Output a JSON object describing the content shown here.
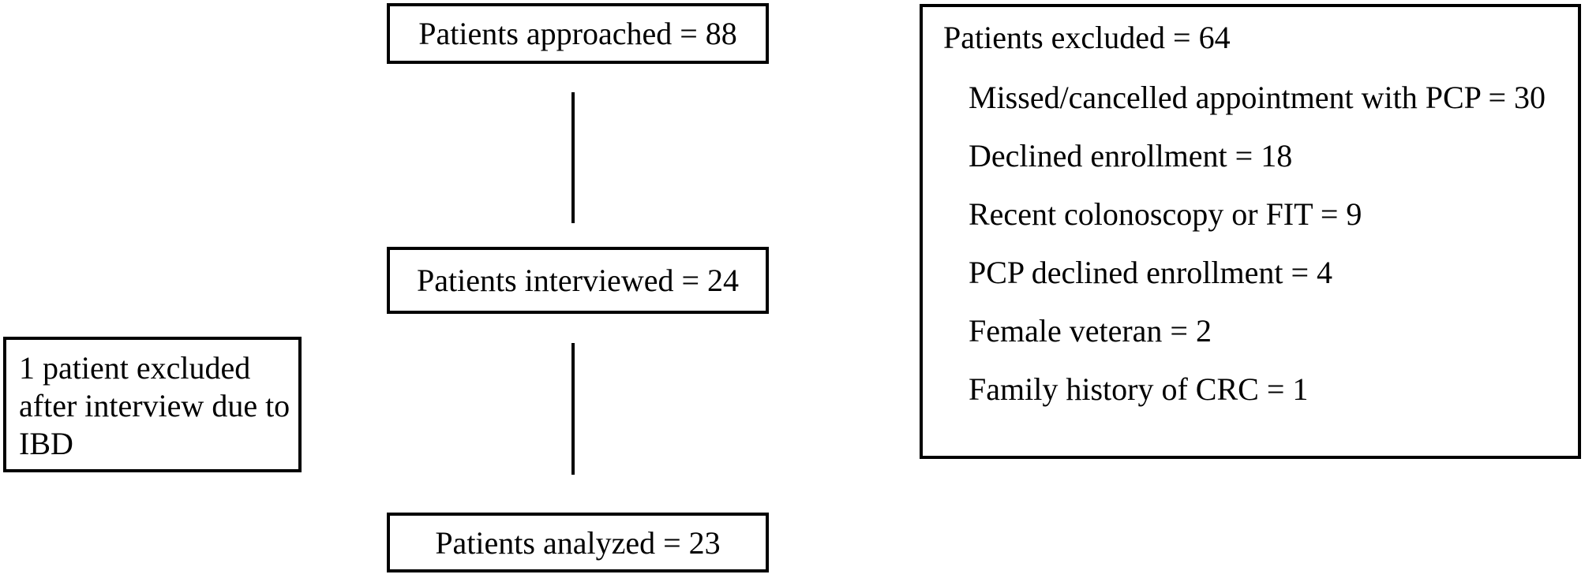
{
  "diagram": {
    "approached_label": "Patients approached = 88",
    "interviewed_label": "Patients interviewed = 24",
    "analyzed_label": "Patients analyzed = 23",
    "excluded_after_interview_label": "1 patient excluded after interview due to IBD",
    "excluded": {
      "title": "Patients excluded = 64",
      "items": [
        "Missed/cancelled appointment with PCP = 30",
        "Declined enrollment = 18",
        "Recent colonoscopy or FIT = 9",
        "PCP declined enrollment = 4",
        "Female veteran = 2",
        "Family history of CRC = 1"
      ]
    },
    "colors": {
      "ink": "#000000",
      "background": "#ffffff"
    }
  }
}
